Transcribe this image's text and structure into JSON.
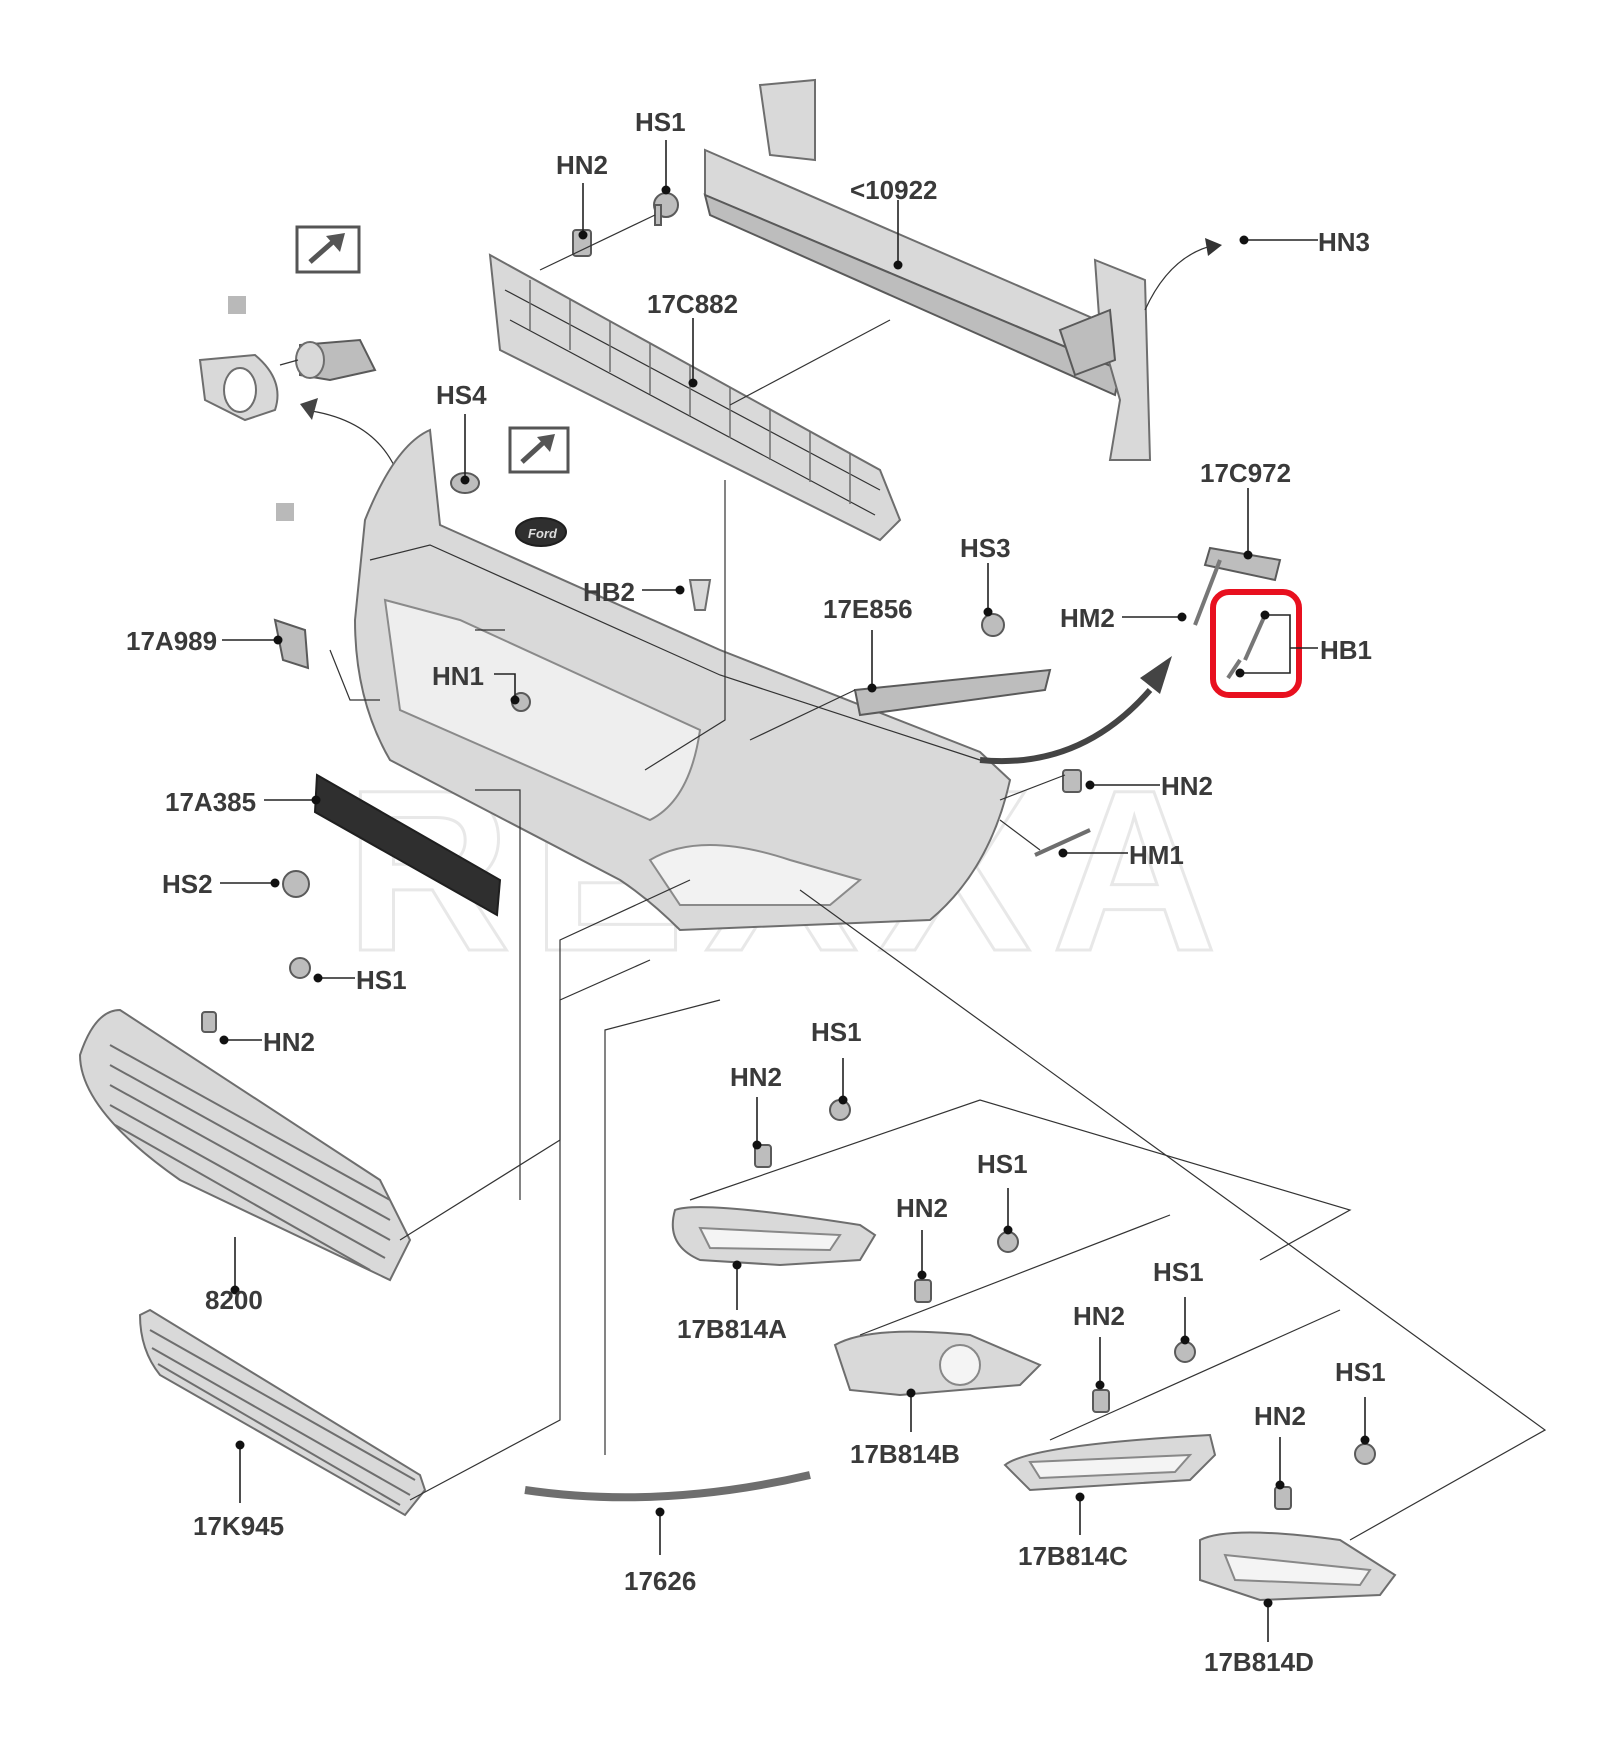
{
  "watermark": "REXXA",
  "highlight_color": "#e8101f",
  "callouts": {
    "hs1_top": "HS1",
    "hn2_top": "HN2",
    "c10922": "<10922",
    "hn3": "HN3",
    "c17c882": "17C882",
    "hs4": "HS4",
    "c17c972": "17C972",
    "hs3": "HS3",
    "hb2": "HB2",
    "c17e856": "17E856",
    "hm2": "HM2",
    "hb1": "HB1",
    "c17a989": "17A989",
    "hn1": "HN1",
    "hn2_right": "HN2",
    "c17a385": "17A385",
    "hm1": "HM1",
    "hs2": "HS2",
    "hs1_grille": "HS1",
    "hn2_grille": "HN2",
    "hs1_a": "HS1",
    "hn2_a": "HN2",
    "hs1_b": "HS1",
    "hn2_b": "HN2",
    "c8200": "8200",
    "c17b814a": "17B814A",
    "hs1_c": "HS1",
    "hn2_c": "HN2",
    "c17b814b": "17B814B",
    "hs1_d": "HS1",
    "hn2_d": "HN2",
    "c17k945": "17K945",
    "c17b814c": "17B814C",
    "c17626": "17626",
    "c17b814d": "17B814D"
  }
}
